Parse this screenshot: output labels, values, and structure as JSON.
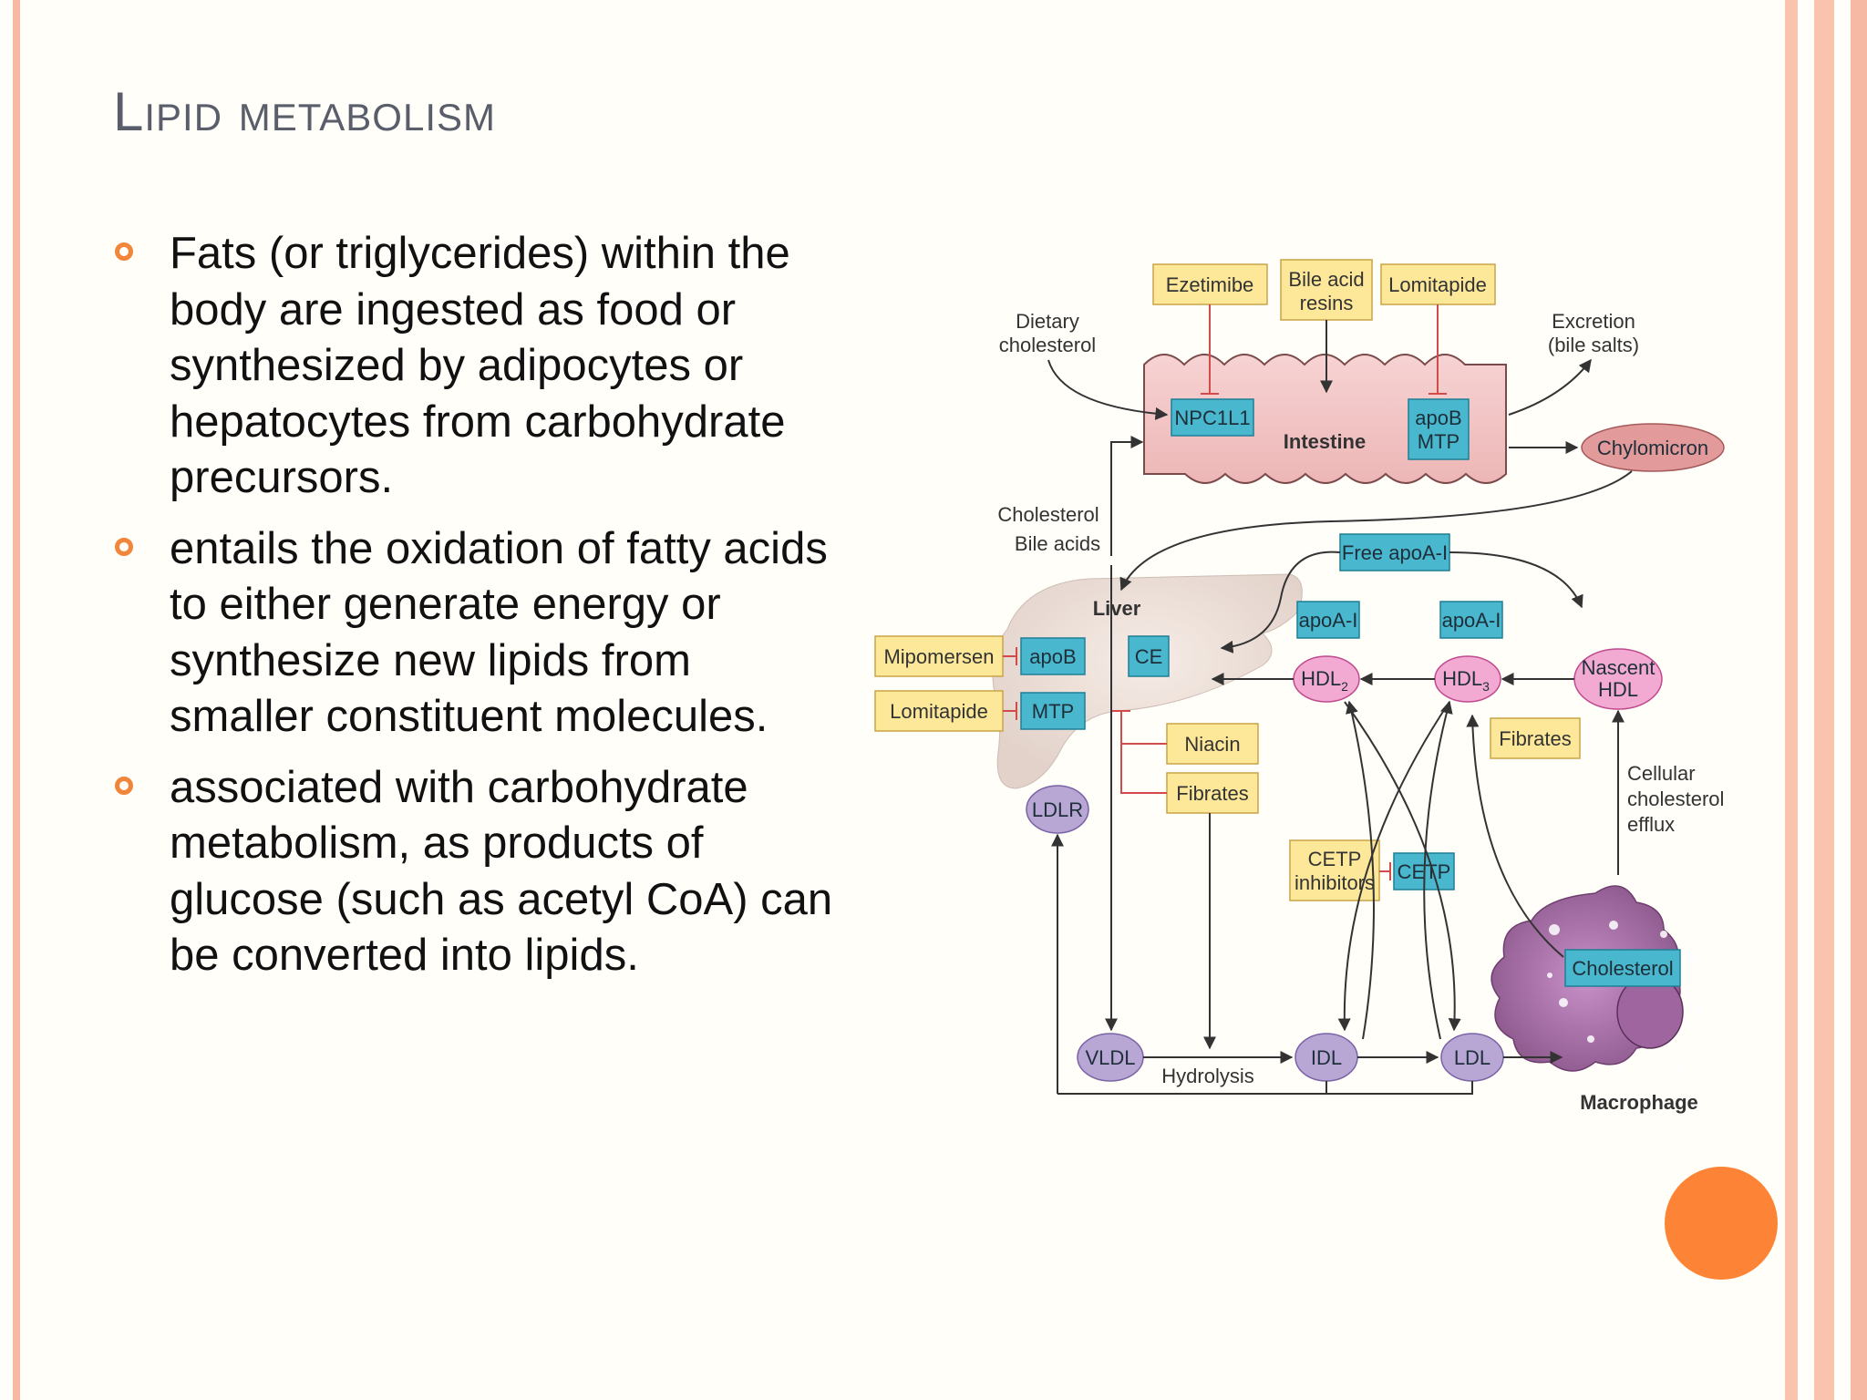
{
  "slide": {
    "title": "Lipid metabolism",
    "bullets": [
      "Fats (or triglycerides) within the body are ingested as food or synthesized by adipocytes or hepatocytes from carbohydrate precursors.",
      "entails the oxidation of fatty acids to either generate energy or synthesize new lipids from smaller constituent molecules.",
      "associated with carbohydrate metabolism, as products of glucose (such as acetyl CoA) can be converted into lipids."
    ]
  },
  "diagram": {
    "drugs": {
      "ezetimibe": "Ezetimibe",
      "bile_acid_resins_1": "Bile acid",
      "bile_acid_resins_2": "resins",
      "lomitapide_top": "Lomitapide",
      "mipomersen": "Mipomersen",
      "lomitapide_left": "Lomitapide",
      "niacin": "Niacin",
      "fibrates_liver": "Fibrates",
      "fibrates_hdl": "Fibrates",
      "cetp_inhibitors_1": "CETP",
      "cetp_inhibitors_2": "inhibitors"
    },
    "proteins": {
      "npc1l1": "NPC1L1",
      "apob_mtp_1": "apoB",
      "apob_mtp_2": "MTP",
      "free_apoa1": "Free apoA-I",
      "apoa1_left": "apoA-I",
      "apoa1_right": "apoA-I",
      "apob_liver": "apoB",
      "ce": "CE",
      "mtp_liver": "MTP",
      "cetp": "CETP",
      "cholesterol_macrophage": "Cholesterol"
    },
    "particles": {
      "chylomicron": "Chylomicron",
      "hdl2": "HDL",
      "hdl2_sub": "2",
      "hdl3": "HDL",
      "hdl3_sub": "3",
      "nascent_hdl_1": "Nascent",
      "nascent_hdl_2": "HDL",
      "ldlr": "LDLR",
      "vldl": "VLDL",
      "idl": "IDL",
      "ldl": "LDL"
    },
    "labels": {
      "dietary_1": "Dietary",
      "dietary_2": "cholesterol",
      "excretion_1": "Excretion",
      "excretion_2": "(bile salts)",
      "intestine": "Intestine",
      "cholesterol_bile_1": "Cholesterol",
      "cholesterol_bile_2": "Bile acids",
      "liver": "Liver",
      "cellular_1": "Cellular",
      "cellular_2": "cholesterol",
      "cellular_3": "efflux",
      "hydrolysis": "Hydrolysis",
      "macrophage": "Macrophage"
    }
  }
}
